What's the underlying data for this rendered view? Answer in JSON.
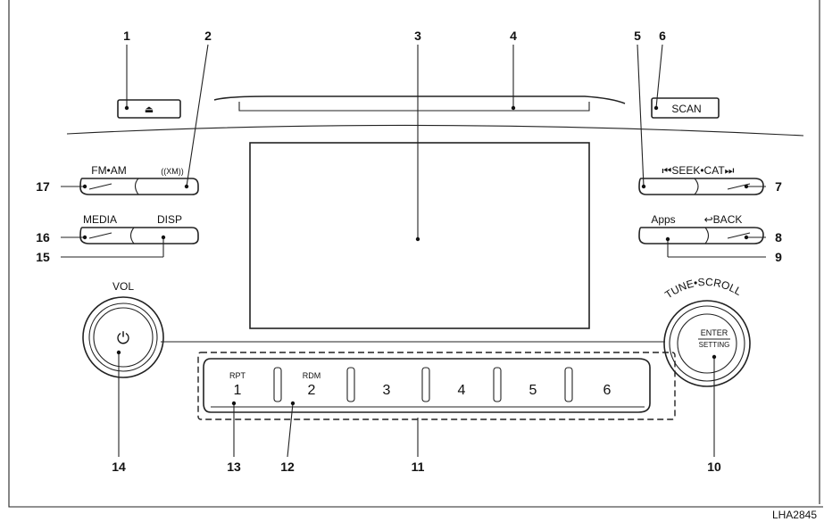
{
  "callouts": [
    "1",
    "2",
    "3",
    "4",
    "5",
    "6",
    "7",
    "8",
    "9",
    "10",
    "11",
    "12",
    "13",
    "14",
    "15",
    "16",
    "17"
  ],
  "buttons": {
    "eject_symbol": "⏏",
    "scan": "SCAN",
    "fm_am": "FM•AM",
    "xm": "((XM))",
    "seek_cat": "⏮SEEK•CAT⏭",
    "media": "MEDIA",
    "disp": "DISP",
    "apps": "Apps",
    "back": "↩BACK",
    "vol": "VOL",
    "power_symbol": "⏻",
    "tune_scroll": "TUNE•SCROLL",
    "enter": "ENTER",
    "setting": "SETTING"
  },
  "presets": [
    {
      "sub": "RPT",
      "num": "1"
    },
    {
      "sub": "RDM",
      "num": "2"
    },
    {
      "sub": "",
      "num": "3"
    },
    {
      "sub": "",
      "num": "4"
    },
    {
      "sub": "",
      "num": "5"
    },
    {
      "sub": "",
      "num": "6"
    }
  ],
  "figure_code": "LHA2845"
}
